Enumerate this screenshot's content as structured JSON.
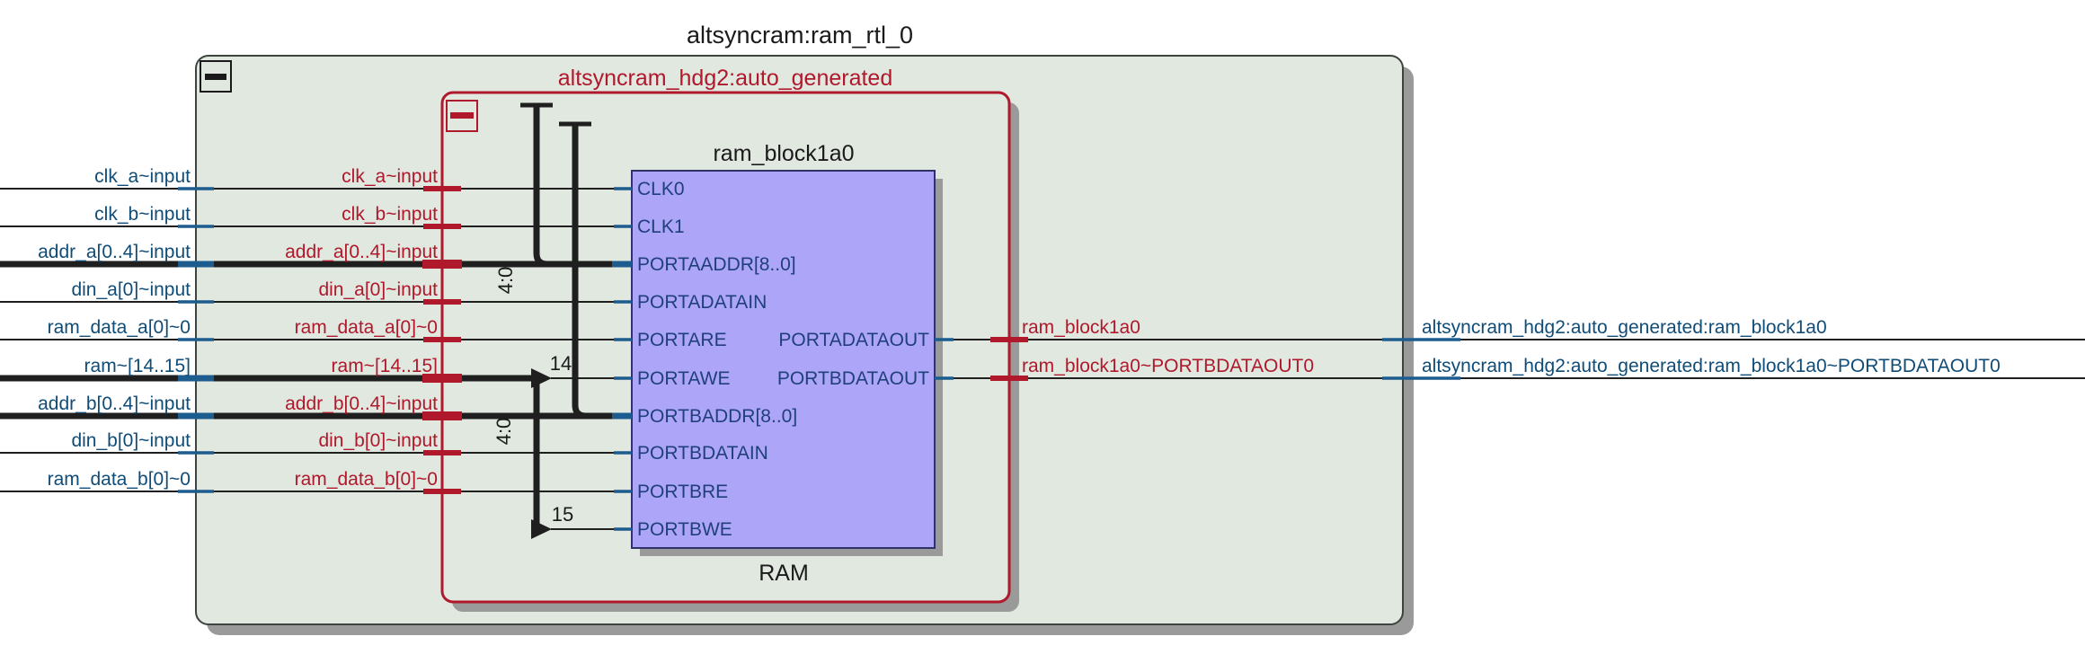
{
  "title": "altsyncram:ram_rtl_0",
  "module": {
    "header": "altsyncram_hdg2:auto_generated"
  },
  "inputs": {
    "outer_labels": [
      "clk_a~input",
      "clk_b~input",
      "addr_a[0..4]~input",
      "din_a[0]~input",
      "ram_data_a[0]~0",
      "ram~[14..15]",
      "addr_b[0..4]~input",
      "din_b[0]~input",
      "ram_data_b[0]~0"
    ],
    "inner_labels": [
      "clk_a~input",
      "clk_b~input",
      "addr_a[0..4]~input",
      "din_a[0]~input",
      "ram_data_a[0]~0",
      "ram~[14..15]",
      "addr_b[0..4]~input",
      "din_b[0]~input",
      "ram_data_b[0]~0"
    ]
  },
  "ram": {
    "instance": "ram_block1a0",
    "type_label": "RAM",
    "left_ports": [
      "CLK0",
      "CLK1",
      "PORTAADDR[8..0]",
      "PORTADATAIN",
      "PORTARE",
      "PORTAWE",
      "PORTBADDR[8..0]",
      "PORTBDATAIN",
      "PORTBRE",
      "PORTBWE"
    ],
    "right_ports": [
      "PORTADATAOUT",
      "PORTBDATAOUT"
    ]
  },
  "annotations": {
    "addr_a_slice": "4:0",
    "addr_b_slice": "4:0",
    "ram_bit_a": "14",
    "ram_bit_b": "15"
  },
  "outputs": [
    {
      "inner_label": "ram_block1a0",
      "outer_label": "altsyncram_hdg2:auto_generated:ram_block1a0"
    },
    {
      "inner_label": "ram_block1a0~PORTBDATAOUT0",
      "outer_label": "altsyncram_hdg2:auto_generated:ram_block1a0~PORTBDATAOUT0"
    }
  ],
  "colors": {
    "canvas_bg": "#ffffff",
    "module_fill": "#e1e8e0",
    "module_border": "#3d4440",
    "hierarchy_border": "#b0182c",
    "ram_fill": "#ada5f8",
    "ram_border": "#32326b",
    "wire": "#1f1f1f",
    "wire_highlight": "#1d5c8e",
    "net_label_blue": "#0f4c78",
    "net_label_red": "#b0182c",
    "port_text": "#20407c",
    "shadow": "#9a9a9a"
  }
}
